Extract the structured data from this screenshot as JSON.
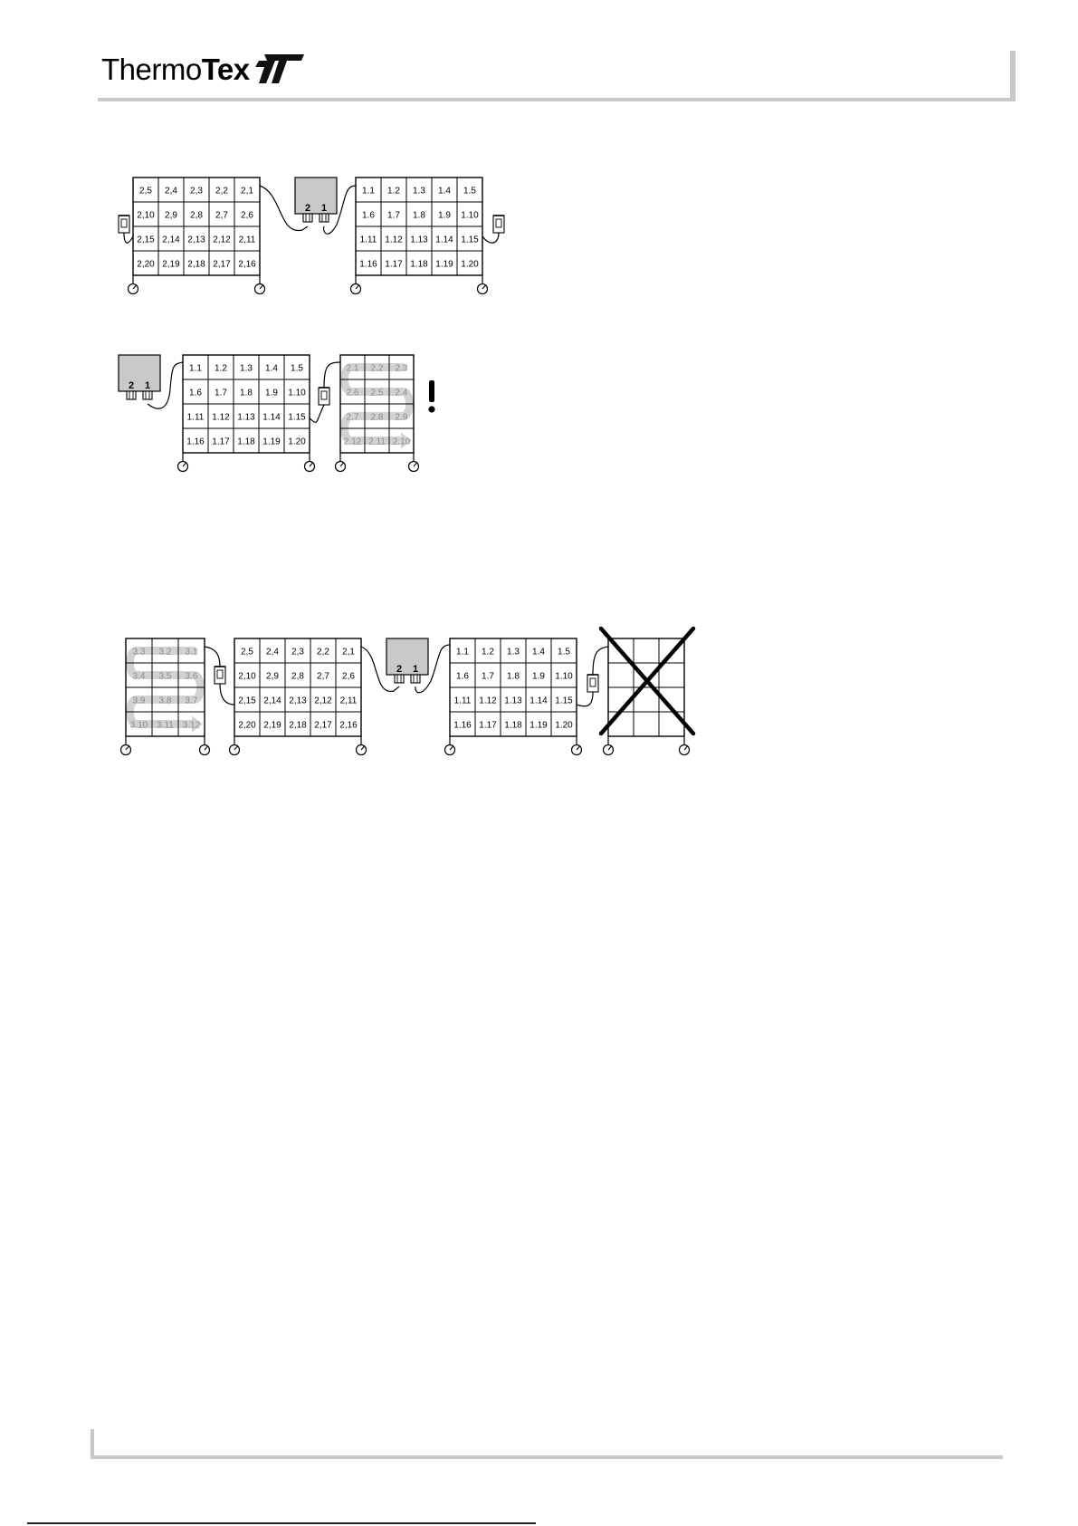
{
  "header": {
    "logo_thin": "Thermo",
    "logo_bold": "Tex"
  },
  "colors": {
    "rule": "#c8c8c8",
    "controller_fill": "#c9c9c9",
    "warning": "#000000"
  },
  "panel_a": {
    "rows": [
      [
        "2,5",
        "2,4",
        "2,3",
        "2,2",
        "2,1"
      ],
      [
        "2,10",
        "2,9",
        "2,8",
        "2,7",
        "2,6"
      ],
      [
        "2,15",
        "2,14",
        "2,13",
        "2,12",
        "2,11"
      ],
      [
        "2,20",
        "2,19",
        "2,18",
        "2,17",
        "2,16"
      ]
    ]
  },
  "panel_b": {
    "rows": [
      [
        "1.1",
        "1.2",
        "1.3",
        "1.4",
        "1.5"
      ],
      [
        "1.6",
        "1.7",
        "1.8",
        "1.9",
        "1.10"
      ],
      [
        "1.11",
        "1.12",
        "1.13",
        "1.14",
        "1.15"
      ],
      [
        "1.16",
        "1.17",
        "1.18",
        "1.19",
        "1.20"
      ]
    ]
  },
  "panel_c": {
    "rows": [
      [
        "2.1",
        "2.2",
        "2.3"
      ],
      [
        "2.6",
        "2.5",
        "2.4"
      ],
      [
        "2.7",
        "2.8",
        "2.9"
      ],
      [
        "2.12",
        "2.11",
        "2.10"
      ]
    ]
  },
  "panel_d": {
    "rows": [
      [
        "3.3",
        "3.2",
        "3.1"
      ],
      [
        "3.4",
        "3.5",
        "3.6"
      ],
      [
        "3.9",
        "3.8",
        "3.7"
      ],
      [
        "3.10",
        "3.11",
        "3.12"
      ]
    ]
  },
  "controller": {
    "port2": "2",
    "port1": "1"
  },
  "warning_mark": "!"
}
